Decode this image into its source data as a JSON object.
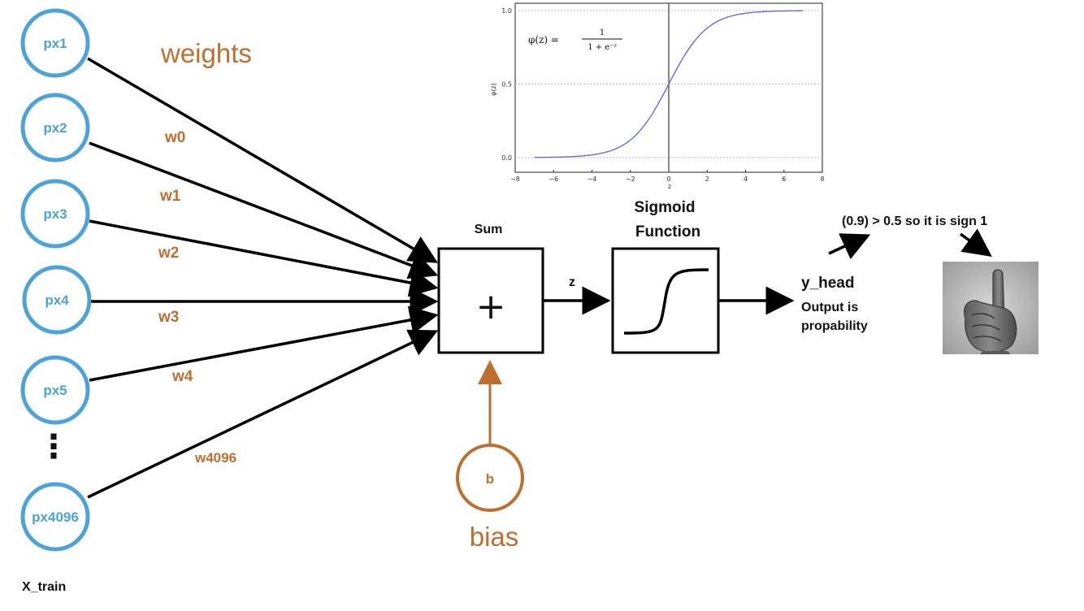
{
  "inputs": {
    "nodes": [
      "px1",
      "px2",
      "px3",
      "px4",
      "px5",
      "px4096"
    ],
    "ellipsis": "⋮",
    "group_label": "X_train"
  },
  "weights": {
    "title": "weights",
    "labels": [
      "w0",
      "w1",
      "w2",
      "w3",
      "w4",
      "w4096"
    ]
  },
  "sum": {
    "title": "Sum",
    "symbol": "+",
    "output_label": "z"
  },
  "bias": {
    "node_label": "b",
    "caption": "bias"
  },
  "sigmoid": {
    "title_line1": "Sigmoid",
    "title_line2": "Function"
  },
  "output": {
    "name": "y_head",
    "desc_line1": "Output is",
    "desc_line2": "propability",
    "decision": "(0.9) > 0.5 so it is sign 1",
    "image": "hand-sign-one-image"
  },
  "chart_data": {
    "type": "line",
    "formula_lhs": "φ(z) =",
    "formula_num": "1",
    "formula_den": "1 + e⁻ᶻ",
    "xlabel": "z",
    "ylabel": "φ(z)",
    "xlim": [
      -8,
      8
    ],
    "ylim": [
      -0.1,
      1.05
    ],
    "xticks": [
      -8,
      -6,
      -4,
      -2,
      0,
      2,
      4,
      6,
      8
    ],
    "yticks": [
      0.0,
      0.5,
      1.0
    ],
    "ytick_labels": [
      "0.0",
      "0.5",
      "1.0"
    ],
    "x_range": [
      -7,
      7
    ],
    "function": "sigmoid",
    "grid": "horizontal dotted",
    "vline_x": 0
  },
  "colors": {
    "input_blue": "#4ba3d9",
    "weight_orange": "#bf6f2d",
    "curve_blue": "#6b6bd6",
    "line_black": "#000000"
  }
}
